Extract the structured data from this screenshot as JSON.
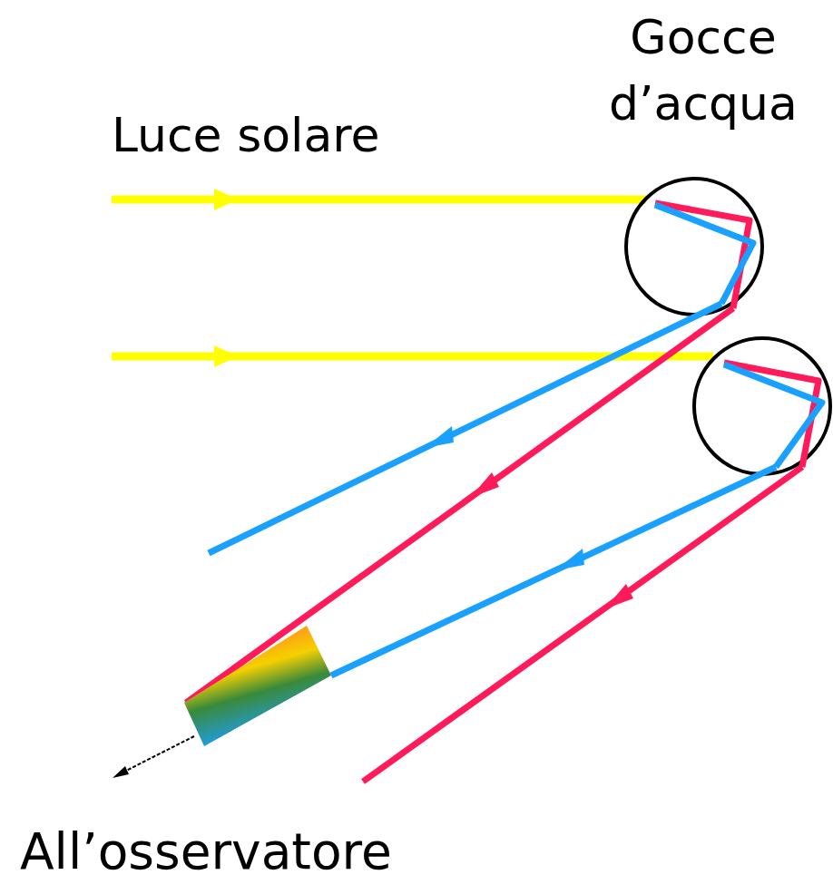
{
  "diagram": {
    "labels": [
      "Luce solare",
      "Gocce d’acqua",
      "All’osservatore"
    ]
  }
}
